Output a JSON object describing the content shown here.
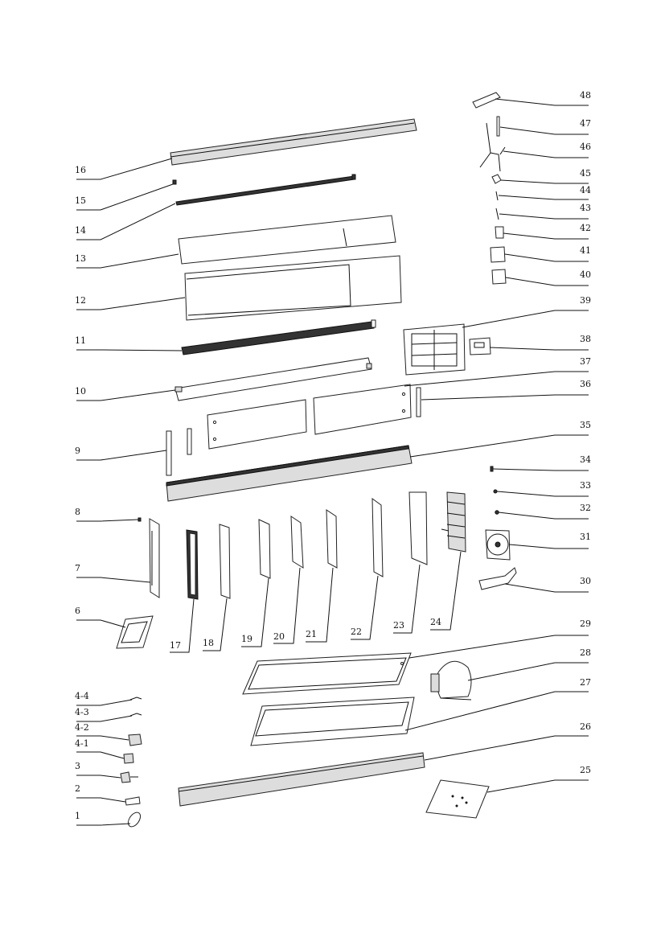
{
  "diagram": {
    "labels": {
      "p1": "1",
      "p2": "2",
      "p3": "3",
      "p41": "4-1",
      "p42": "4-2",
      "p43": "4-3",
      "p44": "4-4",
      "p6": "6",
      "p7": "7",
      "p8": "8",
      "p9": "9",
      "p10": "10",
      "p11": "11",
      "p12": "12",
      "p13": "13",
      "p14": "14",
      "p15": "15",
      "p16": "16",
      "p17": "17",
      "p18": "18",
      "p19": "19",
      "p20": "20",
      "p21": "21",
      "p22": "22",
      "p23": "23",
      "p24": "24",
      "p25": "25",
      "p26": "26",
      "p27": "27",
      "p28": "28",
      "p29": "29",
      "p30": "30",
      "p31": "31",
      "p32": "32",
      "p33": "33",
      "p34": "34",
      "p35": "35",
      "p36": "36",
      "p37": "37",
      "p38": "38",
      "p39": "39",
      "p40": "40",
      "p41r": "41",
      "p42r": "42",
      "p43r": "43",
      "p44r": "44",
      "p45": "45",
      "p46": "46",
      "p47": "47",
      "p48": "48"
    }
  }
}
